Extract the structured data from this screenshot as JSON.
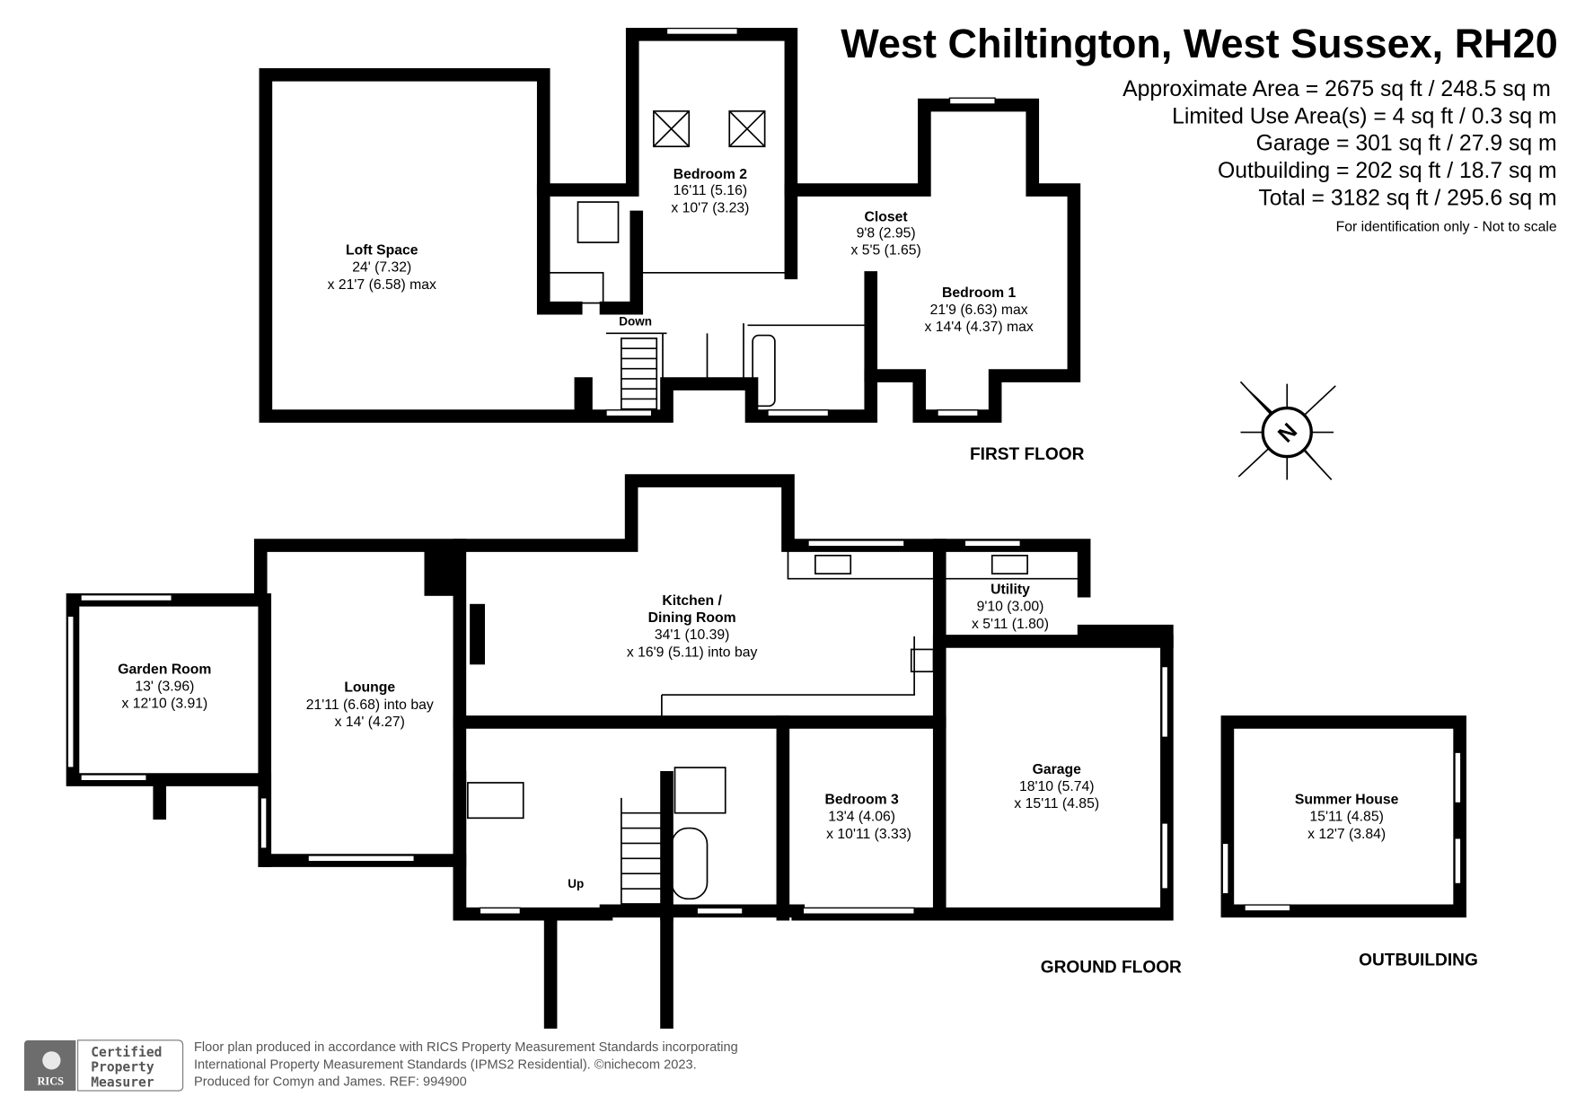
{
  "header": {
    "title": "West Chiltington, West Sussex, RH20",
    "areas": [
      "Approximate Area = 2675 sq ft / 248.5 sq m",
      "Limited Use Area(s) = 4 sq ft / 0.3 sq m",
      "Garage = 301 sq ft / 27.9 sq m",
      "Outbuilding = 202 sq ft / 18.7 sq m",
      "Total = 3182 sq ft / 295.6 sq m"
    ],
    "disclaimer": "For identification only - Not to scale"
  },
  "first_floor": {
    "label": "FIRST FLOOR",
    "rooms": [
      {
        "name": "Loft Space",
        "dims": [
          "24' (7.32)",
          "x 21'7 (6.58) max"
        ]
      },
      {
        "name": "Bedroom 2",
        "dims": [
          "16'11 (5.16)",
          "x 10'7 (3.23)"
        ]
      },
      {
        "name": "Closet",
        "dims": [
          "9'8 (2.95)",
          "x 5'5 (1.65)"
        ]
      },
      {
        "name": "Bedroom 1",
        "dims": [
          "21'9 (6.63) max",
          "x 14'4 (4.37) max"
        ]
      }
    ],
    "stair_label": "Down"
  },
  "ground_floor": {
    "label": "GROUND FLOOR",
    "rooms": [
      {
        "name": "Garden Room",
        "dims": [
          "13' (3.96)",
          "x 12'10 (3.91)"
        ]
      },
      {
        "name": "Lounge",
        "dims": [
          "21'11 (6.68) into bay",
          "x 14' (4.27)"
        ]
      },
      {
        "name": "Kitchen /",
        "name2": "Dining Room",
        "dims": [
          "34'1 (10.39)",
          "x 16'9 (5.11) into bay"
        ]
      },
      {
        "name": "Utility",
        "dims": [
          "9'10 (3.00)",
          "x 5'11 (1.80)"
        ]
      },
      {
        "name": "Garage",
        "dims": [
          "18'10 (5.74)",
          "x 15'11 (4.85)"
        ]
      },
      {
        "name": "Bedroom 3",
        "dims": [
          "13'4 (4.06)",
          "x 10'11 (3.33)"
        ]
      }
    ],
    "stair_label": "Up"
  },
  "outbuilding": {
    "label": "OUTBUILDING",
    "rooms": [
      {
        "name": "Summer House",
        "dims": [
          "15'11 (4.85)",
          "x 12'7 (3.84)"
        ]
      }
    ]
  },
  "compass": {
    "letter": "N"
  },
  "footer": {
    "badge_logo": "RICS",
    "badge_lines": [
      "Certified",
      "Property",
      "Measurer"
    ],
    "lines": [
      "Floor plan produced in accordance with RICS Property Measurement Standards incorporating",
      "International Property Measurement Standards (IPMS2 Residential).   ©nichecom 2023.",
      "Produced for Comyn and James.   REF:  994900"
    ]
  }
}
